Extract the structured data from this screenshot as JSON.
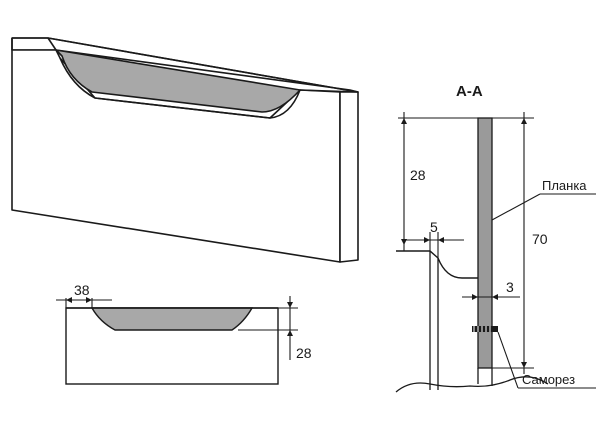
{
  "section_title": "A-A",
  "dims": {
    "groove_width": "38",
    "groove_depth": "28",
    "section_top": "28",
    "section_offset": "5",
    "section_height": "70",
    "plate_thickness": "3"
  },
  "labels": {
    "plate": "Планка",
    "screw": "Саморез"
  },
  "colors": {
    "stroke": "#1a1a1a",
    "groove_fill": "#a8a8a8",
    "plate_fill": "#9a9a9a",
    "panel_fill": "#ffffff"
  }
}
